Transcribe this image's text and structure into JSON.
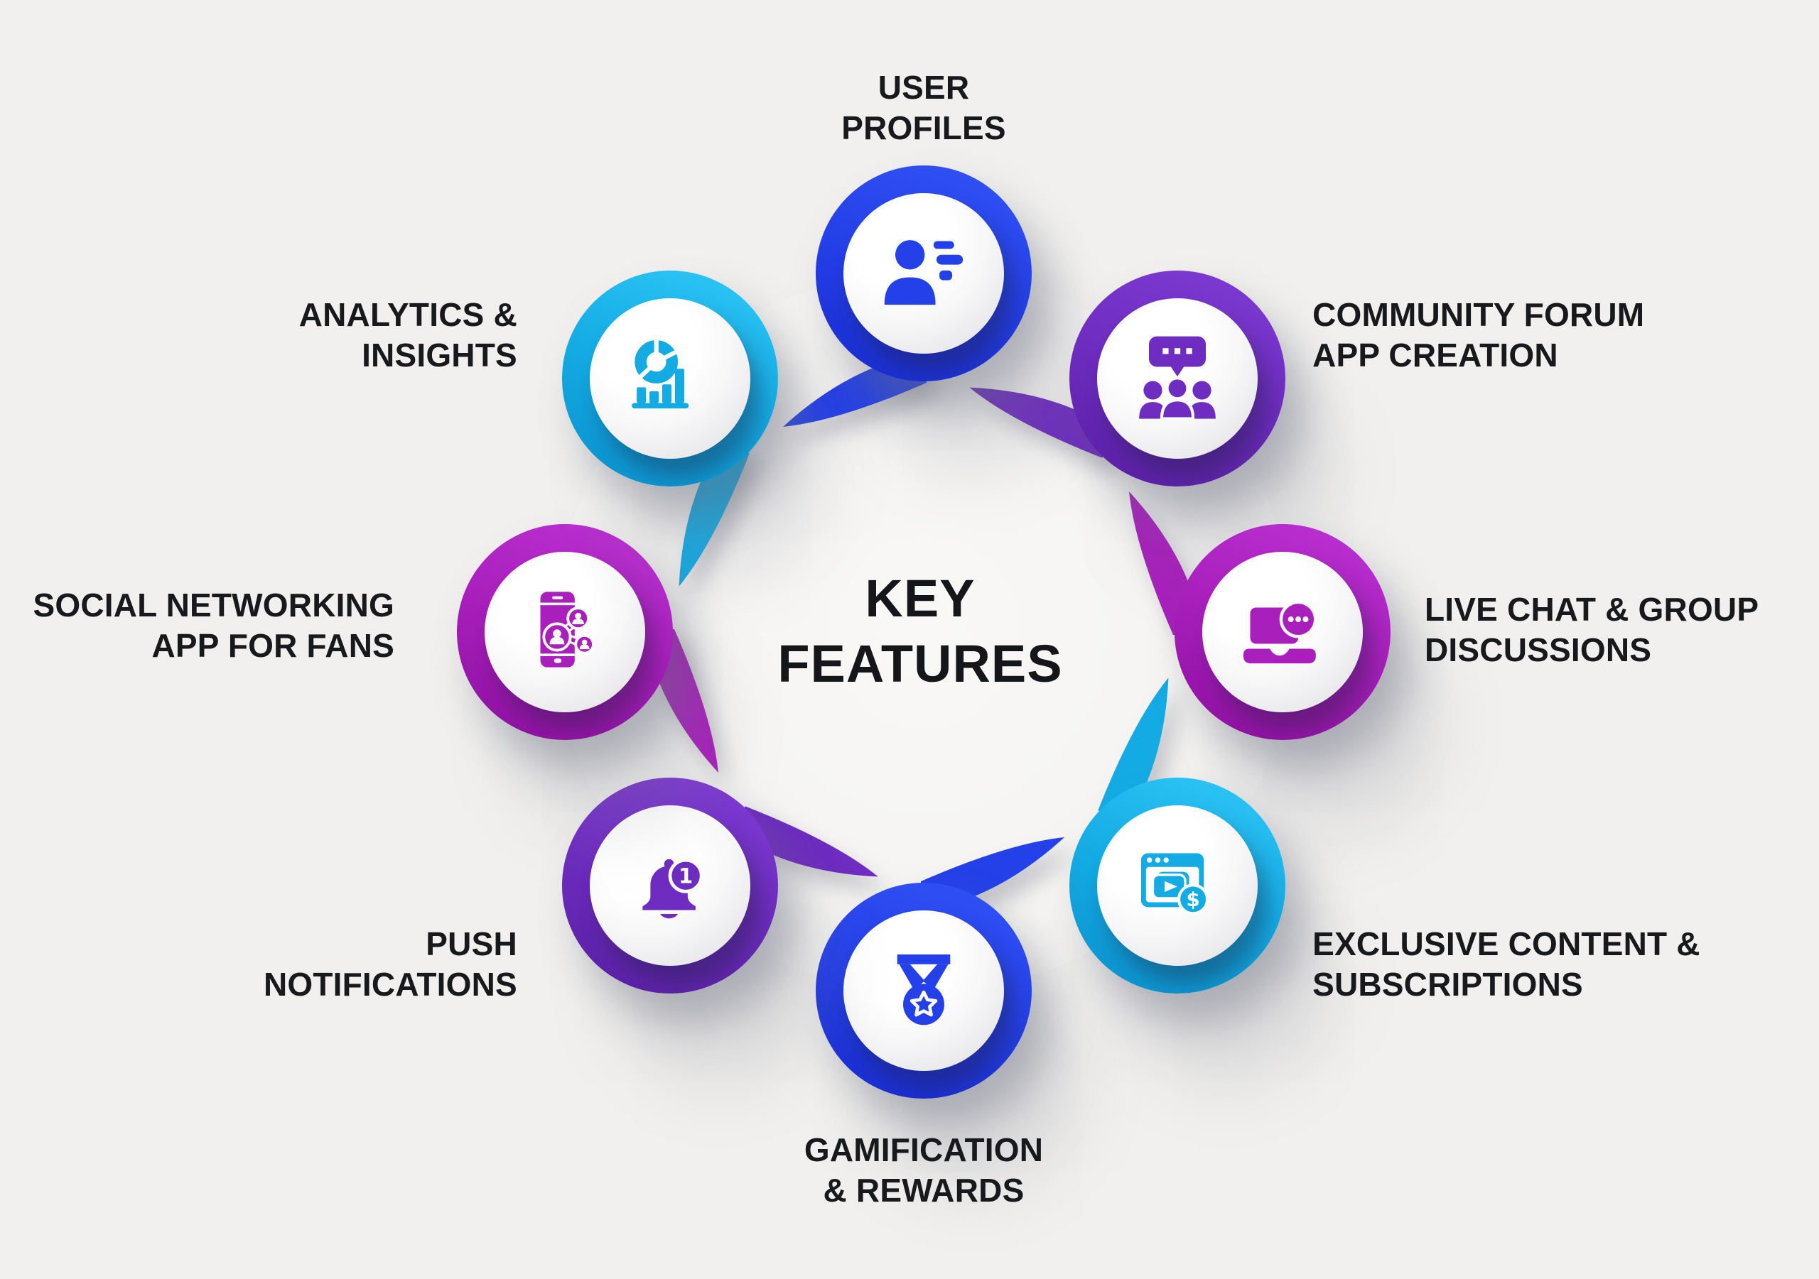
{
  "colors": {
    "background": "#f1f0ee",
    "text": "#17191c"
  },
  "title": {
    "line1": "KEY",
    "line2": "FEATURES"
  },
  "features": [
    {
      "id": "user-profiles",
      "icon": "user-profile-icon",
      "color": "#2440e8",
      "color_light": "#3050f4",
      "color_dark": "#1a2cd0",
      "lines": [
        "USER",
        "PROFILES"
      ]
    },
    {
      "id": "community-forum-app-creation",
      "icon": "community-forum-icon",
      "color": "#6e2cc0",
      "color_light": "#7d3ad2",
      "color_dark": "#5a20a6",
      "lines": [
        "COMMUNITY FORUM",
        "APP CREATION"
      ]
    },
    {
      "id": "live-chat-group-discussions",
      "icon": "live-chat-icon",
      "color": "#a81fbc",
      "color_light": "#b92fd0",
      "color_dark": "#8f11a2",
      "lines": [
        "LIVE CHAT & GROUP",
        "DISCUSSIONS"
      ]
    },
    {
      "id": "exclusive-content-subscriptions",
      "icon": "exclusive-content-icon",
      "color": "#14abe4",
      "color_light": "#2cc3f4",
      "color_dark": "#0b93cf",
      "lines": [
        "EXCLUSIVE CONTENT &",
        "SUBSCRIPTIONS"
      ]
    },
    {
      "id": "gamification-rewards",
      "icon": "gamification-icon",
      "color": "#2440e8",
      "color_light": "#3050f4",
      "color_dark": "#1a2cd0",
      "lines": [
        "GAMIFICATION",
        "& REWARDS"
      ]
    },
    {
      "id": "push-notifications",
      "icon": "push-notification-icon",
      "color": "#6e2cc0",
      "color_light": "#7d3ad2",
      "color_dark": "#5a20a6",
      "lines": [
        "PUSH",
        "NOTIFICATIONS"
      ]
    },
    {
      "id": "social-networking-app-for-fans",
      "icon": "social-network-icon",
      "color": "#a81fbc",
      "color_light": "#b92fd0",
      "color_dark": "#8f11a2",
      "lines": [
        "SOCIAL NETWORKING",
        "APP FOR FANS"
      ]
    },
    {
      "id": "analytics-insights",
      "icon": "analytics-icon",
      "color": "#14abe4",
      "color_light": "#2cc3f4",
      "color_dark": "#0b93cf",
      "lines": [
        "ANALYTICS &",
        "INSIGHTS"
      ]
    }
  ]
}
